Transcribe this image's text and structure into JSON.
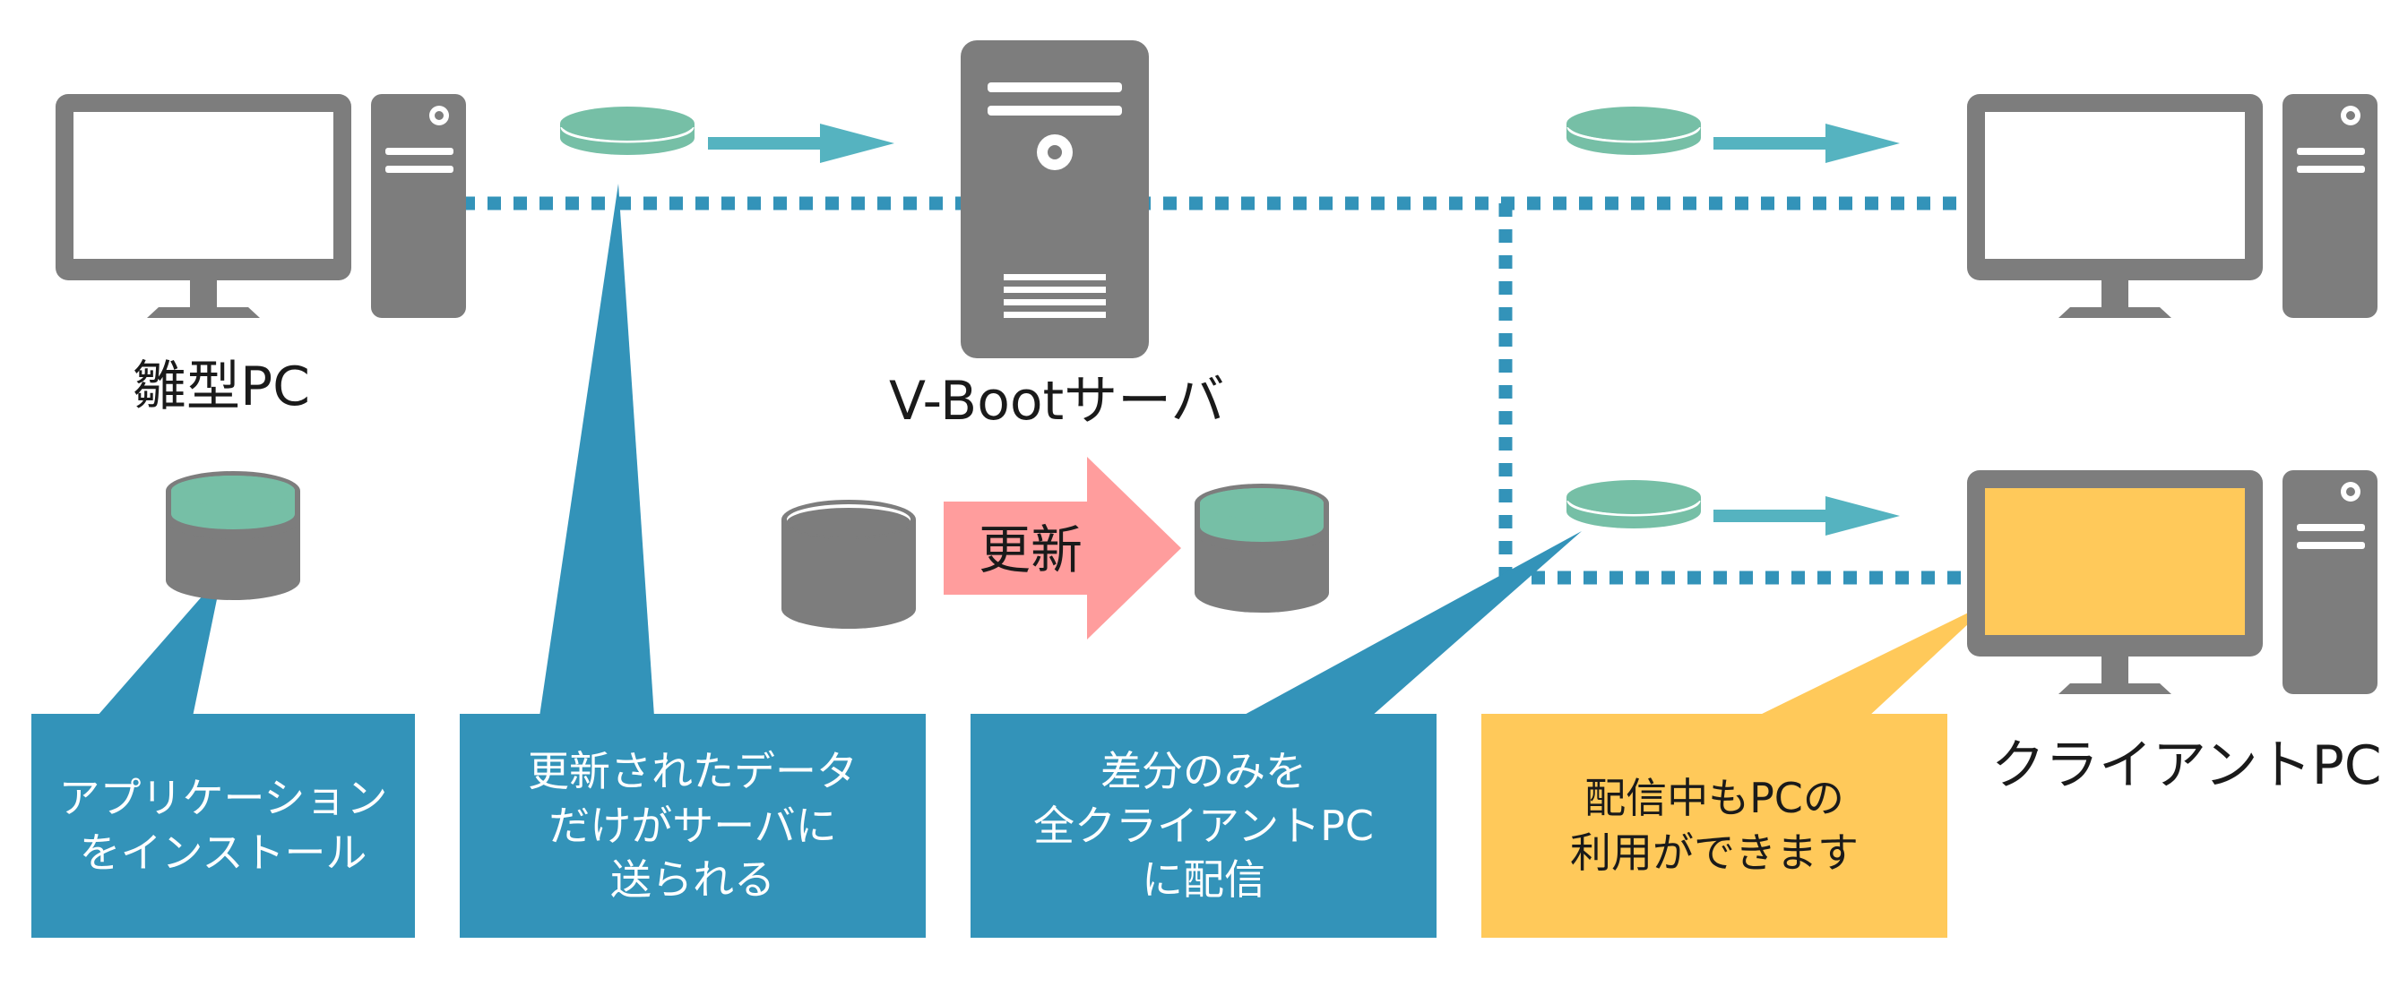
{
  "colors": {
    "device_gray": "#7d7d7d",
    "device_screen": "#ffffff",
    "screen_active": "#ffc95a",
    "disk_top": "#76bfa6",
    "disk_body": "#7d7d7d",
    "dotted_line": "#3393b9",
    "arrow": "#55b3c0",
    "update_arrow": "#ff9d9d",
    "callout_blue": "#3393b9",
    "callout_yellow": "#ffc95a"
  },
  "icons": {
    "master_pc": "desktop-pc-icon",
    "server": "tower-server-icon",
    "client_pc_top": "desktop-pc-icon",
    "client_pc_bottom": "desktop-pc-icon",
    "master_disk": "database-icon",
    "old_disk": "database-icon",
    "new_disk": "database-icon",
    "data_chip": "disk-chip-icon"
  },
  "labels": {
    "master_pc": "雛型PC",
    "server": "V-Bootサーバ",
    "client_pc": "クライアントPC",
    "update": "更新"
  },
  "callouts": [
    {
      "text": "アプリケーション\nをインストール"
    },
    {
      "text": "更新されたデータ\nだけがサーバに\n送られる"
    },
    {
      "text": "差分のみを\n全クライアントPC\nに配信"
    },
    {
      "text": "配信中もPCの\n利用ができます"
    }
  ]
}
